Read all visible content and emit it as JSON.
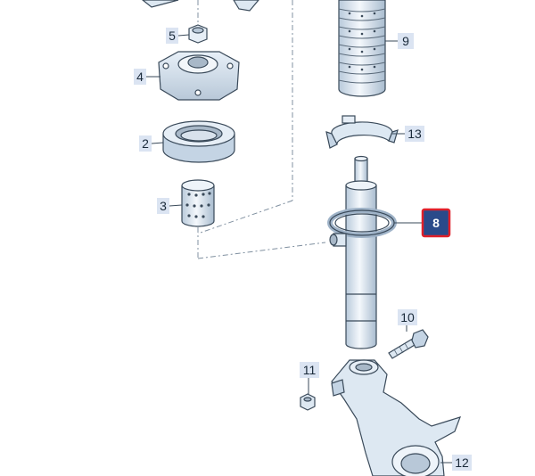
{
  "parts": [
    {
      "id": "part-5",
      "label": "5"
    },
    {
      "id": "part-4",
      "label": "4"
    },
    {
      "id": "part-2",
      "label": "2"
    },
    {
      "id": "part-3",
      "label": "3"
    },
    {
      "id": "part-9",
      "label": "9"
    },
    {
      "id": "part-13",
      "label": "13"
    },
    {
      "id": "part-8",
      "label": "8",
      "highlighted": true
    },
    {
      "id": "part-10",
      "label": "10"
    },
    {
      "id": "part-11",
      "label": "11"
    },
    {
      "id": "part-12",
      "label": "12"
    }
  ],
  "colors": {
    "label_bg": "#dbe4f2",
    "highlight_fill": "#2a4a8a",
    "highlight_border": "#e0202a",
    "part_fill": "#dde8f2",
    "part_stroke": "#3a4a5a",
    "dash_line": "#8090a0"
  }
}
